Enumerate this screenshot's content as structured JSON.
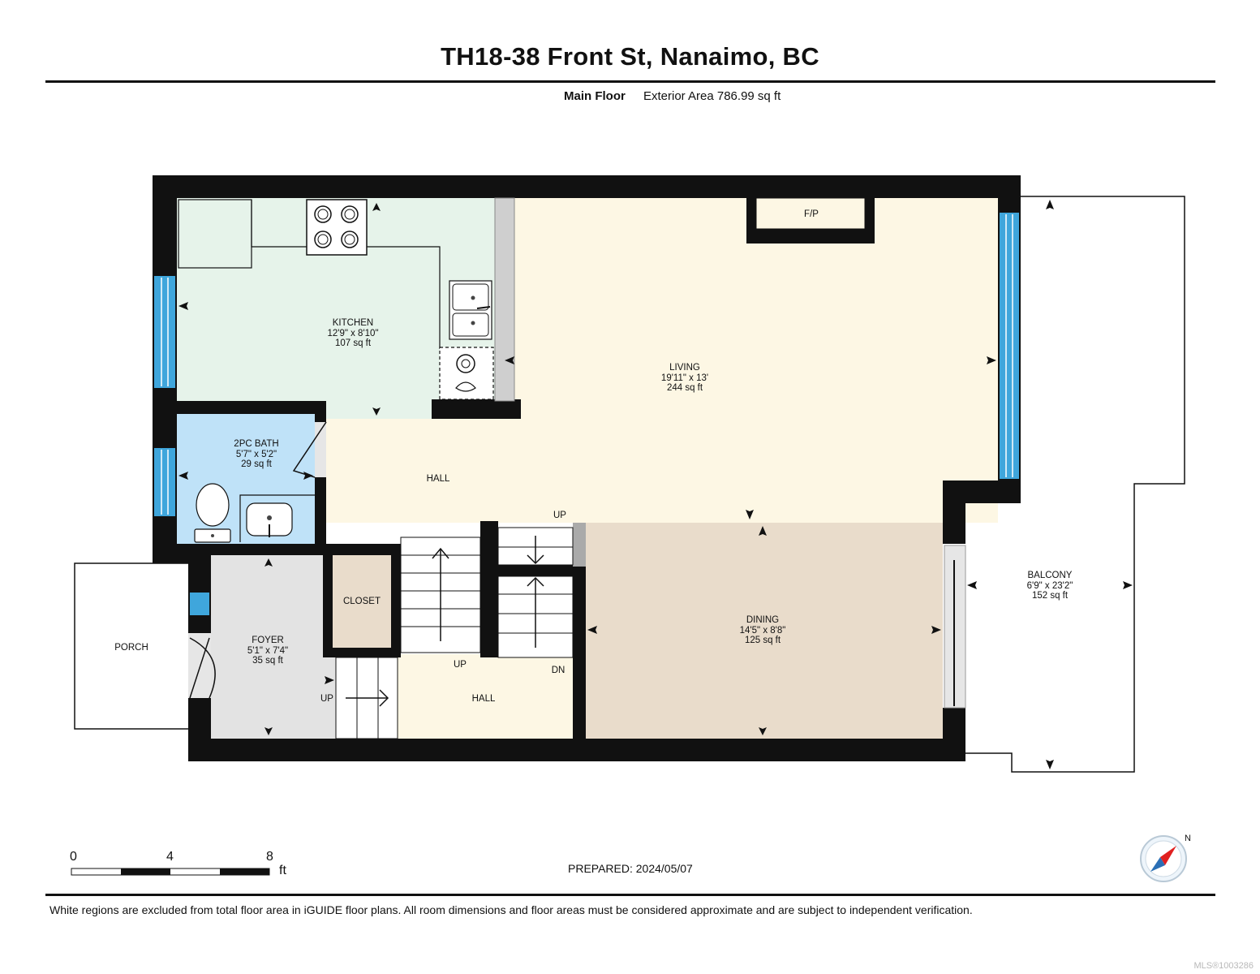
{
  "header": {
    "title": "TH18-38 Front St, Nanaimo, BC",
    "floor_name": "Main Floor",
    "exterior_area": "Exterior Area 786.99 sq ft"
  },
  "rooms": {
    "kitchen": {
      "name": "KITCHEN",
      "dims": "12'9\" x 8'10\"",
      "area": "107 sq ft"
    },
    "living": {
      "name": "LIVING",
      "dims": "19'11\" x 13'",
      "area": "244 sq ft"
    },
    "bath": {
      "name": "2PC BATH",
      "dims": "5'7\" x 5'2\"",
      "area": "29 sq ft"
    },
    "dining": {
      "name": "DINING",
      "dims": "14'5\" x 8'8\"",
      "area": "125 sq ft"
    },
    "foyer": {
      "name": "FOYER",
      "dims": "5'1\" x 7'4\"",
      "area": "35 sq ft"
    },
    "balcony": {
      "name": "BALCONY",
      "dims": "6'9\" x 23'2\"",
      "area": "152 sq ft"
    },
    "closet": {
      "name": "CLOSET"
    },
    "porch": {
      "name": "PORCH"
    },
    "hall_upper": {
      "name": "HALL"
    },
    "hall_lower": {
      "name": "HALL"
    }
  },
  "labels": {
    "fireplace": "F/P",
    "stairs_up_top": "UP",
    "stairs_up_mid": "UP",
    "stairs_down": "DN",
    "stairs_up_foyer": "UP"
  },
  "scale": {
    "ticks": [
      "0",
      "4",
      "8"
    ],
    "unit": "ft"
  },
  "compass": {
    "north_label": "N"
  },
  "footer": {
    "prepared": "PREPARED: 2024/05/07",
    "disclaimer": "White regions are excluded from total floor area in iGUIDE floor plans. All room dimensions and floor areas must be considered approximate and are subject to independent verification.",
    "mls": "MLS®1003286"
  },
  "colors": {
    "kitchen": "#e6f3ea",
    "living": "#fdf7e4",
    "bath": "#bfe2f8",
    "dining": "#e9dccb",
    "foyer": "#e3e3e3",
    "closet": "#e9dccb",
    "wall": "#111111",
    "window": "#3fa6dc"
  }
}
